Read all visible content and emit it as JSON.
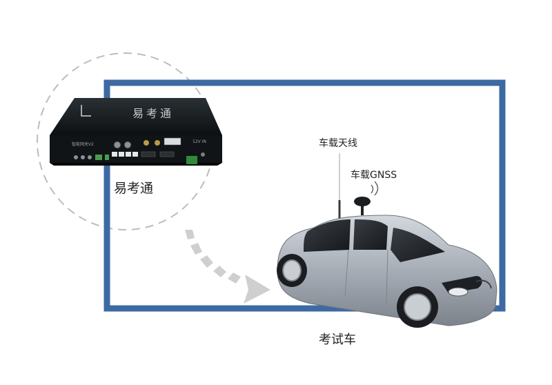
{
  "colors": {
    "frame": "#3d6aa3",
    "device_body": "#101416",
    "car_body": "#a7adb6",
    "dashed": "#bcbcbc",
    "arrow": "#cfcfcf"
  },
  "device": {
    "name": "易考通",
    "panel_logo": "易考通",
    "panel_small_label": "智能网关V2",
    "panel_power_label": "12V IN"
  },
  "labels": {
    "antenna": "车载天线",
    "gnss": "车载GNSS",
    "car": "考试车"
  },
  "icons": {
    "arrow": "dotted-curved-arrow-icon",
    "gnss": "gnss-receiver-icon",
    "antenna": "whip-antenna-icon"
  }
}
